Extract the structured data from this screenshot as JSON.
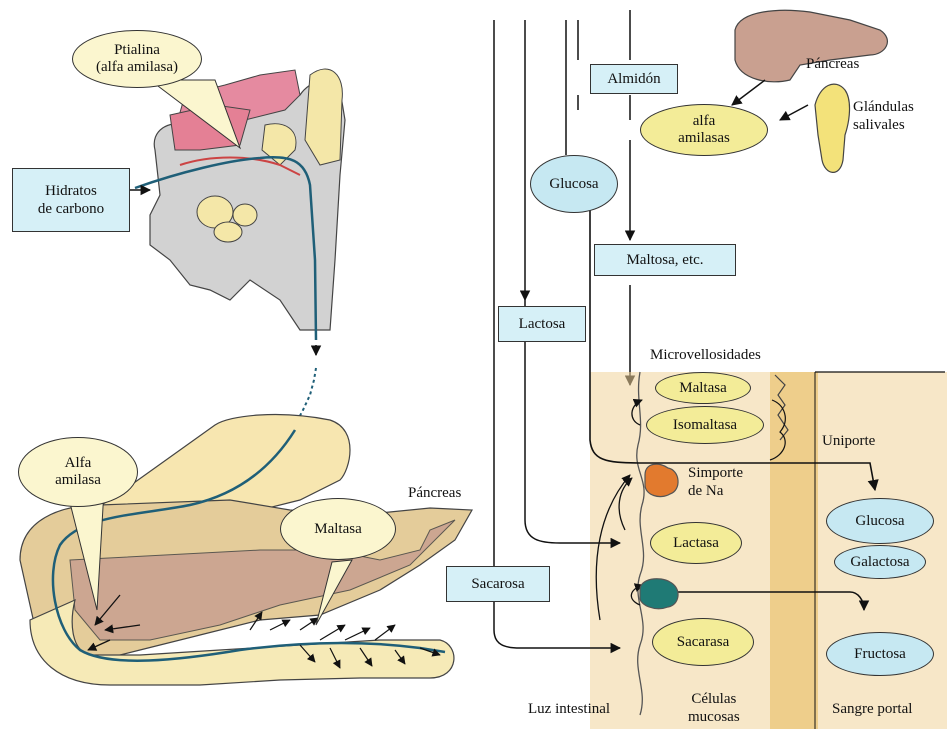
{
  "colors": {
    "cream_bubble": "#fbf6cf",
    "yellow_oval": "#f3ec98",
    "blue_box": "#d6f0f7",
    "blue_oval": "#c6e8f2",
    "tissue": "#f0d49a",
    "tract_line": "#1f5f78"
  },
  "mouth": {
    "ptialina": "Ptialina\n(alfa amilasa)",
    "hidratos": "Hidratos\nde carbono"
  },
  "gut": {
    "alfa_amilasa": "Alfa\namilasa",
    "maltasa": "Maltasa",
    "pancreas": "Páncreas"
  },
  "top_right": {
    "pancreas": "Páncreas",
    "glandulas": "Glándulas\nsalivales",
    "alfa_amilasas": "alfa\namilasas"
  },
  "substrates": {
    "almidon": "Almidón",
    "glucosa": "Glucosa",
    "maltosa": "Maltosa, etc.",
    "lactosa": "Lactosa",
    "sacarosa": "Sacarosa"
  },
  "mucosa": {
    "microvellosidades": "Microvellosidades",
    "maltasa": "Maltasa",
    "isomaltasa": "Isomaltasa",
    "uniporte": "Uniporte",
    "simporte": "Simporte\nde Na",
    "lactasa": "Lactasa",
    "sacarasa": "Sacarasa"
  },
  "blood": {
    "glucosa": "Glucosa",
    "galactosa": "Galactosa",
    "fructosa": "Fructosa"
  },
  "bottom": {
    "luz": "Luz intestinal",
    "celulas": "Células\nmucosas",
    "sangre": "Sangre portal"
  }
}
